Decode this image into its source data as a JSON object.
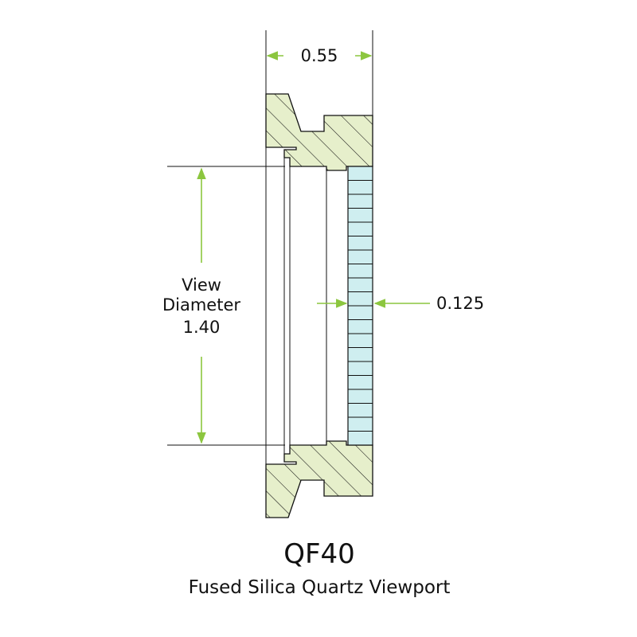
{
  "title": "QF40",
  "subtitle": "Fused Silica Quartz Viewport",
  "dimensions": {
    "thickness": "0.55",
    "view_label_line1": "View",
    "view_label_line2": "Diameter",
    "view_value": "1.40",
    "window_thickness": "0.125"
  },
  "colors": {
    "metal_fill": "#e6efcb",
    "glass_fill": "#cfeef0",
    "arrow": "#8cc63f",
    "line": "#111111"
  }
}
